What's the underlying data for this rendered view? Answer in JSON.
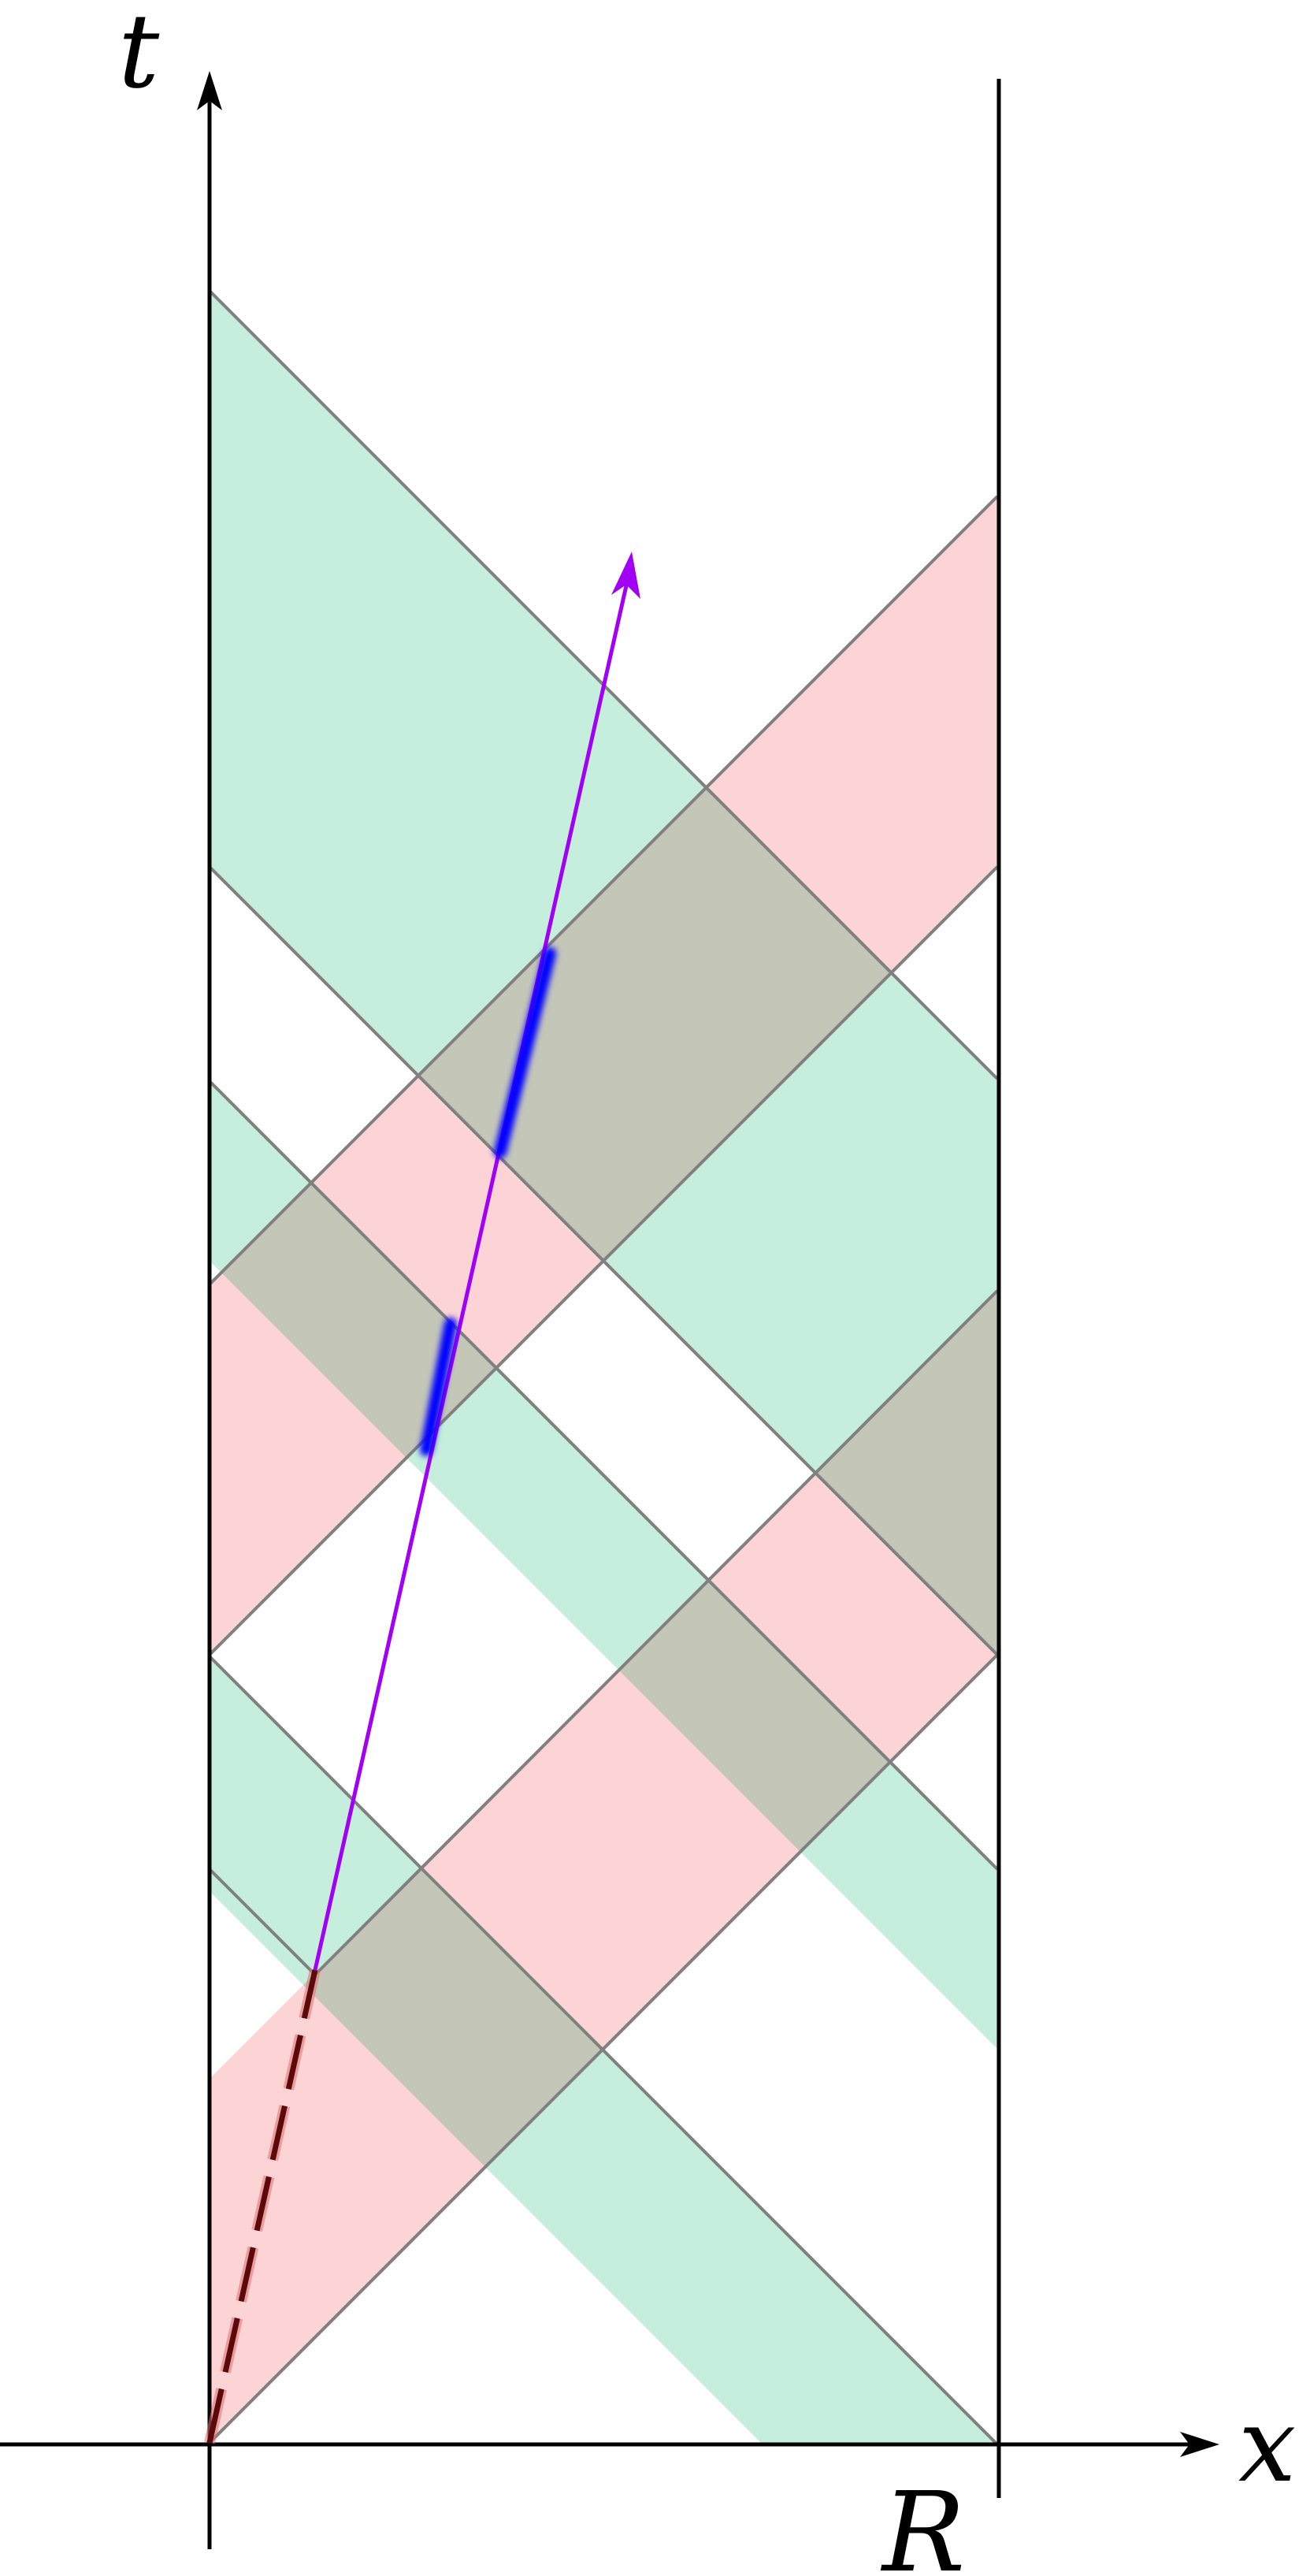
{
  "labels": {
    "t_axis": "t",
    "x_axis": "x",
    "boundary": "R"
  },
  "colors": {
    "green_band": "#c6eedd",
    "red_band": "#fdd4d5",
    "overlap": "#c6ccba",
    "band_edge": "#808080",
    "axis": "#000000",
    "trajectory": "#a100f5",
    "highlight": "#0000ff",
    "dashed_segment": "#7a1010"
  },
  "icons": {
    "arrowheads": "arrow-icon"
  }
}
